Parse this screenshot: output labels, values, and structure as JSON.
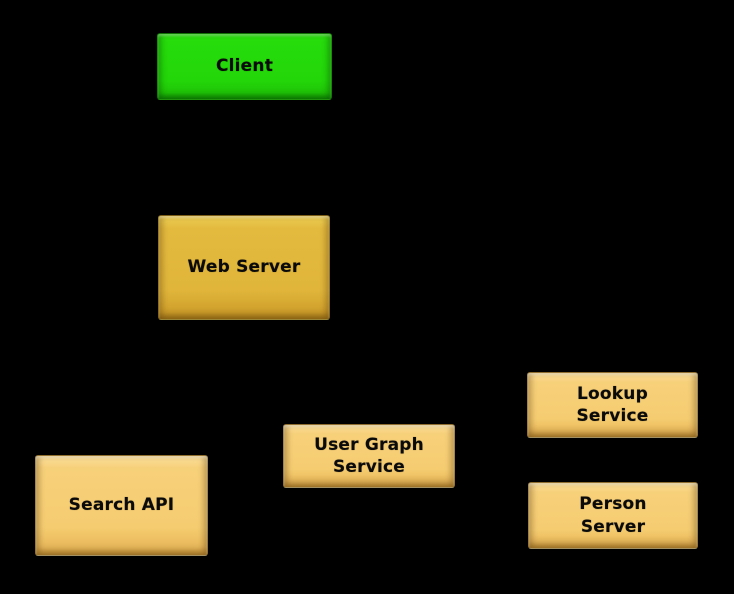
{
  "diagram": {
    "background_color": "#000000",
    "node_text_color": "#000000",
    "colors": {
      "client_green": "#25db0c",
      "web_server_gold": "#e2b93e",
      "service_tan": "#f6ce73"
    },
    "nodes": [
      {
        "id": "client",
        "label": "Client",
        "fill": "#25db0c"
      },
      {
        "id": "web-server",
        "label": "Web Server",
        "fill": "#e2b93e"
      },
      {
        "id": "search-api",
        "label": "Search API",
        "fill": "#f6ce73"
      },
      {
        "id": "user-graph-service",
        "label": "User Graph\nService",
        "fill": "#f6ce73"
      },
      {
        "id": "lookup-service",
        "label": "Lookup\nService",
        "fill": "#f6ce73"
      },
      {
        "id": "person-server",
        "label": "Person\nServer",
        "fill": "#f6ce73"
      }
    ]
  }
}
